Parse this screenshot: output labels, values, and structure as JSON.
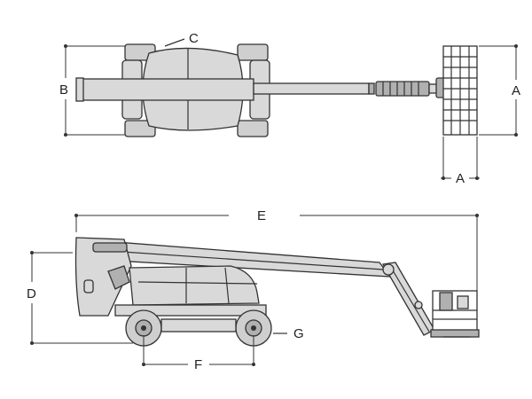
{
  "labels": {
    "A_top": "A",
    "A_bottom": "A",
    "B": "B",
    "C": "C",
    "D": "D",
    "E": "E",
    "F": "F",
    "G": "G"
  }
}
